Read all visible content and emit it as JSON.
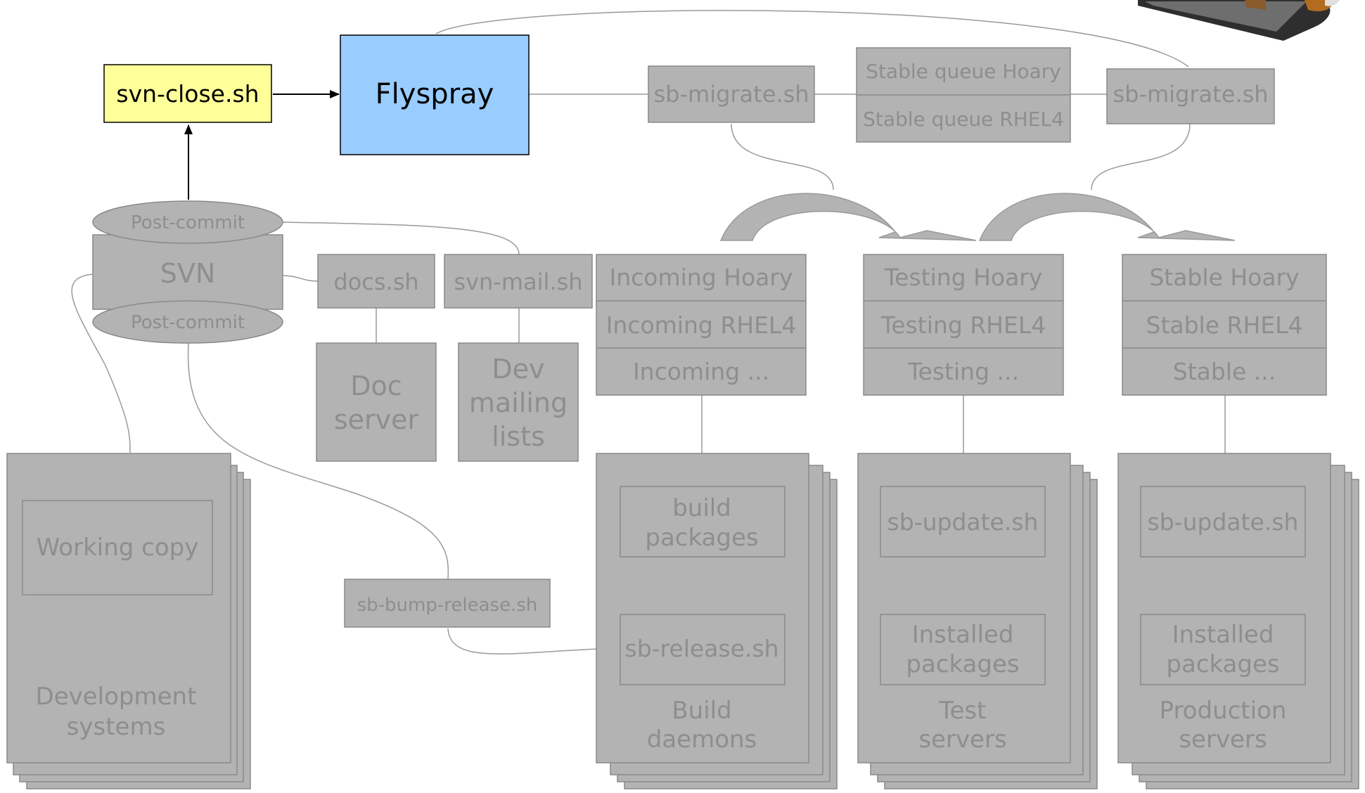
{
  "colors": {
    "box_fill": "#b3b3b3",
    "box_stroke": "#9a9a9a",
    "text_grey": "#8e8e8e",
    "highlight_yellow": "#ffff99",
    "highlight_blue": "#99ccff",
    "connector": "#9a9a9a",
    "arrow": "#000000"
  },
  "scripts": {
    "svn_close": "svn-close.sh",
    "sb_migrate_left": "sb-migrate.sh",
    "sb_migrate_right": "sb-migrate.sh",
    "docs": "docs.sh",
    "svn_mail": "svn-mail.sh",
    "sb_bump_release": "sb-bump-release.sh"
  },
  "flyspray": {
    "label": "Flyspray"
  },
  "stable_queue": {
    "hoary": "Stable queue Hoary",
    "rhel4": "Stable queue RHEL4"
  },
  "svn": {
    "label": "SVN",
    "post_commit_top": "Post-commit",
    "post_commit_bottom": "Post-commit"
  },
  "doc_server": {
    "line1": "Doc",
    "line2": "server"
  },
  "dev_lists": {
    "line1": "Dev",
    "line2": "mailing",
    "line3": "lists"
  },
  "repos": {
    "incoming": [
      "Incoming Hoary",
      "Incoming RHEL4",
      "Incoming ..."
    ],
    "testing": [
      "Testing Hoary",
      "Testing RHEL4",
      "Testing ..."
    ],
    "stable": [
      "Stable Hoary",
      "Stable RHEL4",
      "Stable ..."
    ]
  },
  "dev_systems": {
    "inner": "Working copy",
    "caption_line1": "Development",
    "caption_line2": "systems"
  },
  "build_daemons": {
    "step1_line1": "build",
    "step1_line2": "packages",
    "step2": "sb-release.sh",
    "caption_line1": "Build",
    "caption_line2": "daemons"
  },
  "test_servers": {
    "step1": "sb-update.sh",
    "step2_line1": "Installed",
    "step2_line2": "packages",
    "caption_line1": "Test",
    "caption_line2": "servers"
  },
  "production_servers": {
    "step1": "sb-update.sh",
    "step2_line1": "Installed",
    "step2_line2": "packages",
    "caption_line1": "Production",
    "caption_line2": "servers"
  }
}
